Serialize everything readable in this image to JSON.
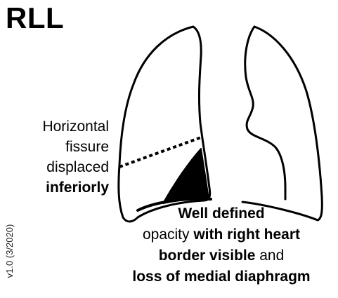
{
  "title": "RLL",
  "fissure_label": {
    "line1": "Horizontal",
    "line2": "fissure",
    "line3": "displaced",
    "line4": "inferiorly"
  },
  "opacity_label": {
    "line1_bold": "Well defined",
    "line2_plain": "opacity ",
    "line2_bold": "with right heart",
    "line3_bold": "border visible",
    "line3_plain": " and",
    "line4_bold": "loss of medial diaphragm"
  },
  "version": "v1.0 (3/2020)",
  "colors": {
    "ink": "#000000",
    "background": "#ffffff"
  }
}
